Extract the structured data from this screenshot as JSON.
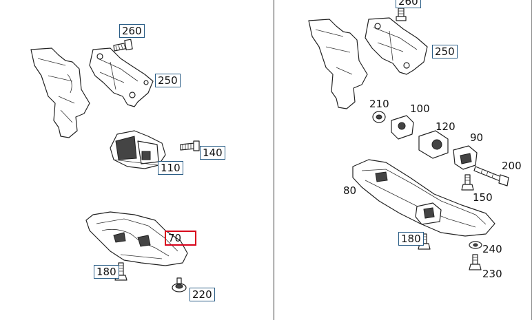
{
  "callouts": {
    "left": {
      "c260": "260",
      "c250": "250",
      "c140": "140",
      "c110": "110",
      "c70": "70",
      "c180": "180",
      "c220": "220"
    },
    "right": {
      "c260": "260",
      "c250": "250",
      "c210": "210",
      "c100": "100",
      "c120": "120",
      "c90": "90",
      "c200": "200",
      "c80": "80",
      "c150": "150",
      "c180": "180",
      "c240": "240",
      "c230": "230"
    }
  },
  "selected_part": "70",
  "colors": {
    "callout_border": "#2a5d86",
    "selection_border": "#d8001a",
    "line": "#222222"
  }
}
